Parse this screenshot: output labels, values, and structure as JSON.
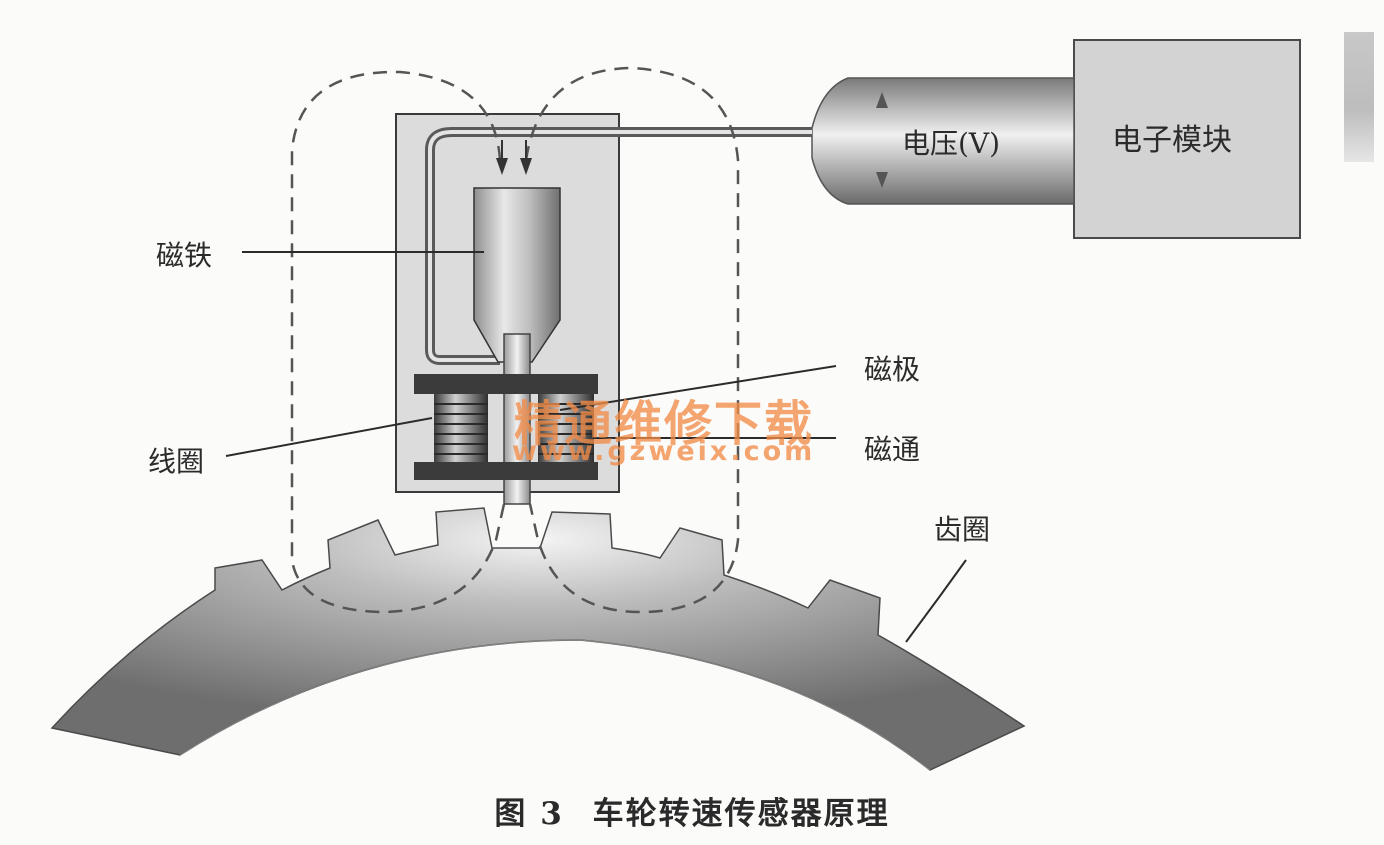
{
  "labels": {
    "magnet": "磁铁",
    "pole": "磁极",
    "coil": "线圈",
    "flux": "磁通",
    "ring_gear": "齿圈",
    "voltage": "电压(V)",
    "module": "电子模块"
  },
  "caption": {
    "number": "图 3",
    "title": "车轮转速传感器原理"
  },
  "watermark": {
    "name": "精通维修下载",
    "url": "www.gzweix.com"
  },
  "colors": {
    "line": "#2b2b2b",
    "body_fill": "#cfcfcf",
    "watermark": "#f28c46"
  }
}
